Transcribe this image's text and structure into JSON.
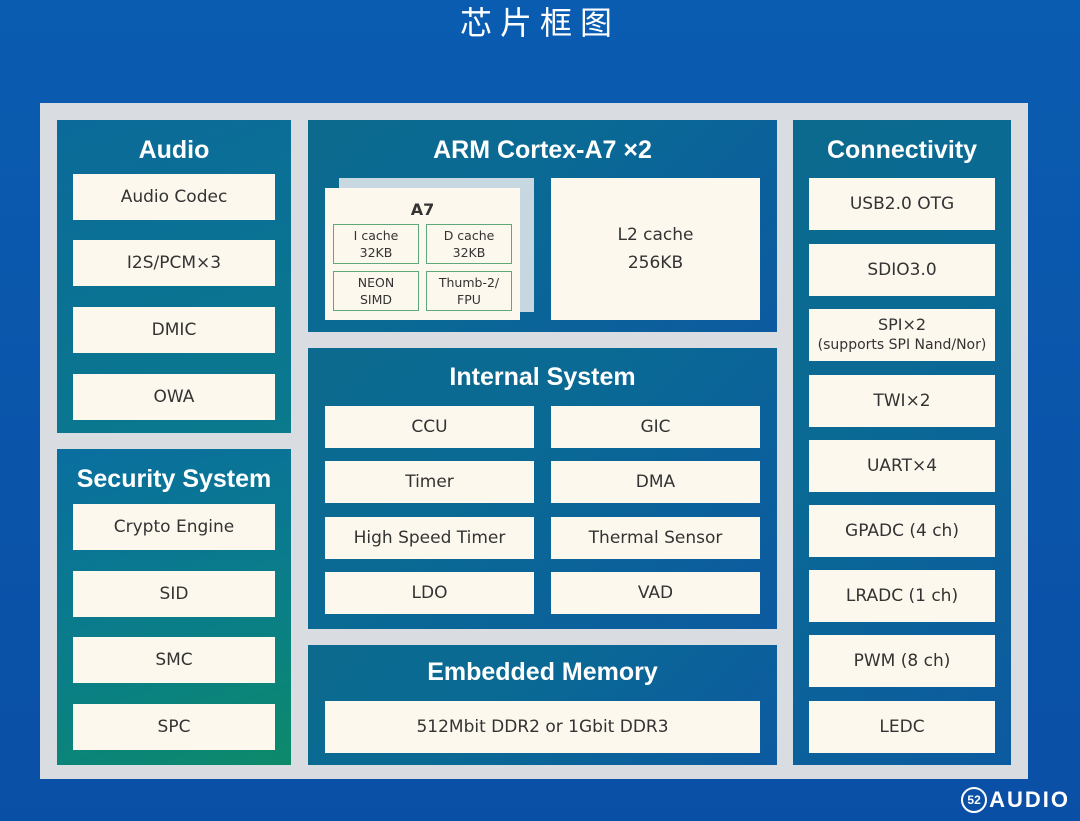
{
  "page": {
    "title": "芯片框图"
  },
  "audio": {
    "title": "Audio",
    "items": [
      "Audio Codec",
      "I2S/PCM×3",
      "DMIC",
      "OWA"
    ]
  },
  "security": {
    "title": "Security System",
    "items": [
      "Crypto Engine",
      "SID",
      "SMC",
      "SPC"
    ]
  },
  "arm": {
    "title": "ARM Cortex-A7 ×2",
    "core": {
      "title": "A7",
      "icache": [
        "I cache",
        "32KB"
      ],
      "dcache": [
        "D cache",
        "32KB"
      ],
      "neon": [
        "NEON",
        "SIMD"
      ],
      "thumb": [
        "Thumb-2/",
        "FPU"
      ]
    },
    "l2": [
      "L2 cache",
      "256KB"
    ]
  },
  "internal": {
    "title": "Internal System",
    "items": [
      "CCU",
      "GIC",
      "Timer",
      "DMA",
      "High Speed Timer",
      "Thermal Sensor",
      "LDO",
      "VAD"
    ]
  },
  "memory": {
    "title": "Embedded Memory",
    "item": "512Mbit DDR2 or 1Gbit DDR3"
  },
  "connectivity": {
    "title": "Connectivity",
    "items": [
      "USB2.0 OTG",
      "SDIO3.0",
      "SPI×2",
      "TWI×2",
      "UART×4",
      "GPADC (4 ch)",
      "LRADC (1 ch)",
      "PWM (8 ch)",
      "LEDC"
    ],
    "spi_sub": "(supports SPI Nand/Nor)"
  },
  "logo": {
    "mark": "52",
    "text": "AUDIO"
  },
  "colors": {
    "background": "#0a5cb0",
    "panel": "#0a6a94",
    "box": "#fdf8ee",
    "frame": "#d9dde2"
  }
}
